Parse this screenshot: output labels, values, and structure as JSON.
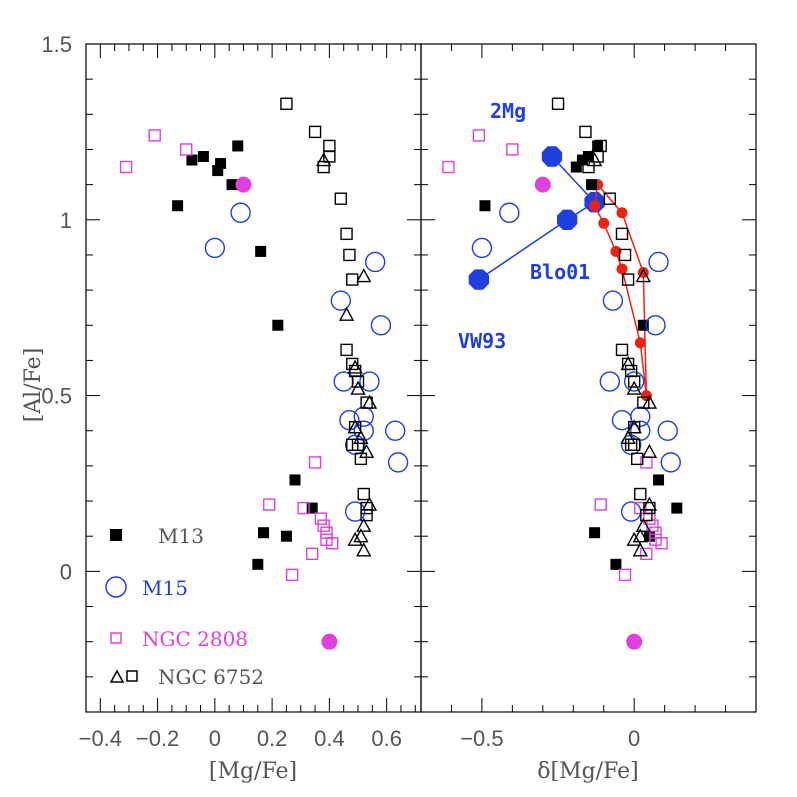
{
  "colors": {
    "m13": "#000000",
    "m15": "#1f3fe0",
    "ngc2808": "#e040e0",
    "ngc6752": "#000000",
    "model": "#1f3fe0",
    "track": "#ee2211",
    "axis": "#555555"
  },
  "chart_data": [
    {
      "type": "scatter",
      "panel": "left",
      "xlabel": "[Mg/Fe]",
      "ylabel": "[Al/Fe]",
      "xlim": [
        -0.45,
        0.72
      ],
      "ylim": [
        -0.4,
        1.5
      ],
      "xticks": [
        "−0.4",
        "−0.2",
        "0",
        "0.2",
        "0.4",
        "0.6"
      ],
      "xtick_values": [
        -0.4,
        -0.2,
        0,
        0.2,
        0.4,
        0.6
      ],
      "yticks": [
        "0",
        "0.5",
        "1",
        "1.5"
      ],
      "ytick_values": [
        0,
        0.5,
        1,
        1.5
      ],
      "series": [
        {
          "name": "M13",
          "marker": "filled-square",
          "points": [
            [
              -0.13,
              1.04
            ],
            [
              -0.08,
              1.17
            ],
            [
              -0.04,
              1.18
            ],
            [
              0.01,
              1.14
            ],
            [
              0.02,
              1.16
            ],
            [
              0.06,
              1.1
            ],
            [
              0.08,
              1.21
            ],
            [
              0.16,
              0.91
            ],
            [
              0.22,
              0.7
            ],
            [
              0.28,
              0.26
            ],
            [
              0.34,
              0.18
            ],
            [
              0.25,
              0.1
            ],
            [
              0.17,
              0.11
            ],
            [
              0.15,
              0.02
            ]
          ]
        },
        {
          "name": "M15",
          "marker": "open-circle",
          "points": [
            [
              0.0,
              0.92
            ],
            [
              0.09,
              1.02
            ],
            [
              0.44,
              0.77
            ],
            [
              0.56,
              0.88
            ],
            [
              0.58,
              0.7
            ],
            [
              0.45,
              0.54
            ],
            [
              0.54,
              0.54
            ],
            [
              0.47,
              0.43
            ],
            [
              0.52,
              0.44
            ],
            [
              0.52,
              0.4
            ],
            [
              0.63,
              0.4
            ],
            [
              0.64,
              0.31
            ],
            [
              0.49,
              0.36
            ],
            [
              0.49,
              0.17
            ]
          ]
        },
        {
          "name": "NGC 2808",
          "marker": "open-square",
          "points": [
            [
              -0.31,
              1.15
            ],
            [
              -0.21,
              1.24
            ],
            [
              -0.1,
              1.2
            ],
            [
              0.35,
              0.31
            ],
            [
              0.19,
              0.19
            ],
            [
              0.31,
              0.18
            ],
            [
              0.37,
              0.15
            ],
            [
              0.38,
              0.13
            ],
            [
              0.39,
              0.11
            ],
            [
              0.39,
              0.09
            ],
            [
              0.41,
              0.08
            ],
            [
              0.34,
              0.05
            ],
            [
              0.27,
              -0.01
            ]
          ]
        },
        {
          "name": "NGC 2808 (filled)",
          "marker": "filled-circle",
          "points": [
            [
              0.1,
              1.1
            ],
            [
              0.4,
              -0.2
            ]
          ]
        },
        {
          "name": "NGC 6752",
          "marker": "open-square",
          "points": [
            [
              0.25,
              1.33
            ],
            [
              0.35,
              1.25
            ],
            [
              0.4,
              1.21
            ],
            [
              0.4,
              1.18
            ],
            [
              0.38,
              1.15
            ],
            [
              0.44,
              1.06
            ],
            [
              0.46,
              0.96
            ],
            [
              0.47,
              0.9
            ],
            [
              0.48,
              0.83
            ],
            [
              0.46,
              0.63
            ],
            [
              0.48,
              0.59
            ],
            [
              0.49,
              0.57
            ],
            [
              0.5,
              0.54
            ],
            [
              0.53,
              0.48
            ],
            [
              0.49,
              0.41
            ],
            [
              0.48,
              0.36
            ],
            [
              0.5,
              0.36
            ],
            [
              0.51,
              0.32
            ],
            [
              0.52,
              0.22
            ],
            [
              0.53,
              0.18
            ],
            [
              0.53,
              0.16
            ]
          ]
        },
        {
          "name": "NGC 6752 (triangles)",
          "marker": "open-triangle",
          "points": [
            [
              0.38,
              1.17
            ],
            [
              0.52,
              0.84
            ],
            [
              0.46,
              0.73
            ],
            [
              0.49,
              0.58
            ],
            [
              0.5,
              0.52
            ],
            [
              0.54,
              0.48
            ],
            [
              0.49,
              0.41
            ],
            [
              0.51,
              0.38
            ],
            [
              0.53,
              0.34
            ],
            [
              0.54,
              0.19
            ],
            [
              0.52,
              0.13
            ],
            [
              0.51,
              0.1
            ],
            [
              0.49,
              0.09
            ],
            [
              0.52,
              0.06
            ]
          ]
        }
      ]
    },
    {
      "type": "scatter",
      "panel": "right",
      "xlabel": "δ[Mg/Fe]",
      "ylabel": "",
      "xlim": [
        -0.7,
        0.4
      ],
      "ylim": [
        -0.4,
        1.5
      ],
      "xticks": [
        "−0.5",
        "0"
      ],
      "xtick_values": [
        -0.5,
        0
      ],
      "series": [
        {
          "name": "M13",
          "marker": "filled-square",
          "points": [
            [
              -0.49,
              1.04
            ],
            [
              -0.19,
              1.15
            ],
            [
              -0.17,
              1.17
            ],
            [
              -0.15,
              1.18
            ],
            [
              -0.12,
              1.21
            ],
            [
              -0.14,
              1.1
            ],
            [
              0.08,
              0.26
            ],
            [
              0.14,
              0.18
            ],
            [
              0.05,
              0.1
            ],
            [
              -0.13,
              0.11
            ],
            [
              -0.06,
              0.02
            ],
            [
              0.03,
              0.7
            ]
          ]
        },
        {
          "name": "M15",
          "marker": "open-circle",
          "points": [
            [
              -0.5,
              0.92
            ],
            [
              -0.41,
              1.02
            ],
            [
              -0.07,
              0.77
            ],
            [
              0.07,
              0.7
            ],
            [
              0.08,
              0.88
            ],
            [
              -0.08,
              0.54
            ],
            [
              0.0,
              0.54
            ],
            [
              -0.04,
              0.43
            ],
            [
              0.02,
              0.44
            ],
            [
              0.02,
              0.4
            ],
            [
              0.11,
              0.4
            ],
            [
              0.12,
              0.31
            ],
            [
              -0.01,
              0.36
            ],
            [
              -0.01,
              0.17
            ]
          ]
        },
        {
          "name": "NGC 2808",
          "marker": "open-square",
          "points": [
            [
              -0.61,
              1.15
            ],
            [
              -0.51,
              1.24
            ],
            [
              -0.4,
              1.2
            ],
            [
              0.04,
              0.31
            ],
            [
              -0.11,
              0.19
            ],
            [
              0.02,
              0.18
            ],
            [
              0.05,
              0.15
            ],
            [
              0.06,
              0.13
            ],
            [
              0.07,
              0.11
            ],
            [
              0.07,
              0.09
            ],
            [
              0.09,
              0.08
            ],
            [
              0.04,
              0.05
            ],
            [
              -0.03,
              -0.01
            ]
          ]
        },
        {
          "name": "NGC 2808 (filled)",
          "marker": "filled-circle",
          "points": [
            [
              -0.3,
              1.1
            ],
            [
              0.0,
              -0.2
            ]
          ]
        },
        {
          "name": "NGC 6752",
          "marker": "open-square",
          "points": [
            [
              -0.25,
              1.33
            ],
            [
              -0.16,
              1.25
            ],
            [
              -0.11,
              1.21
            ],
            [
              -0.12,
              1.18
            ],
            [
              -0.15,
              1.15
            ],
            [
              -0.08,
              1.06
            ],
            [
              -0.04,
              0.96
            ],
            [
              -0.03,
              0.9
            ],
            [
              -0.02,
              0.83
            ],
            [
              -0.04,
              0.63
            ],
            [
              -0.02,
              0.59
            ],
            [
              -0.01,
              0.57
            ],
            [
              0.0,
              0.54
            ],
            [
              0.03,
              0.48
            ],
            [
              0.0,
              0.41
            ],
            [
              -0.01,
              0.36
            ],
            [
              0.0,
              0.36
            ],
            [
              0.01,
              0.32
            ],
            [
              0.02,
              0.22
            ],
            [
              0.05,
              0.18
            ],
            [
              0.04,
              0.16
            ]
          ]
        },
        {
          "name": "NGC 6752 (triangles)",
          "marker": "open-triangle",
          "points": [
            [
              -0.13,
              1.17
            ],
            [
              0.03,
              0.84
            ],
            [
              -0.02,
              0.59
            ],
            [
              0.0,
              0.52
            ],
            [
              0.05,
              0.48
            ],
            [
              0.0,
              0.41
            ],
            [
              -0.02,
              0.38
            ],
            [
              0.05,
              0.34
            ],
            [
              0.05,
              0.19
            ],
            [
              0.03,
              0.13
            ],
            [
              0.02,
              0.1
            ],
            [
              0.0,
              0.09
            ],
            [
              0.02,
              0.06
            ]
          ]
        }
      ],
      "model_tracks": [
        {
          "name": "VW93",
          "points": [
            [
              -0.51,
              0.83
            ],
            [
              -0.22,
              1.0
            ],
            [
              -0.13,
              1.05
            ],
            [
              -0.27,
              1.18
            ]
          ]
        },
        {
          "name": "Blo01",
          "points": [
            [
              -0.12,
              1.1
            ],
            [
              -0.13,
              1.04
            ],
            [
              -0.1,
              0.99
            ],
            [
              -0.06,
              0.91
            ],
            [
              -0.04,
              0.86
            ],
            [
              0.02,
              0.65
            ],
            [
              0.04,
              0.5
            ],
            [
              0.03,
              0.85
            ],
            [
              -0.04,
              1.02
            ],
            [
              -0.12,
              1.1
            ]
          ]
        }
      ],
      "annotations": [
        "2Mg",
        "Blo01",
        "VW93"
      ]
    }
  ],
  "legend": [
    {
      "label": "M13",
      "symbol": "filled-square"
    },
    {
      "label": "M15",
      "symbol": "open-circle"
    },
    {
      "label": "NGC 2808",
      "symbol": "open-square"
    },
    {
      "label": "NGC 6752",
      "symbol": "triangle-square"
    }
  ]
}
